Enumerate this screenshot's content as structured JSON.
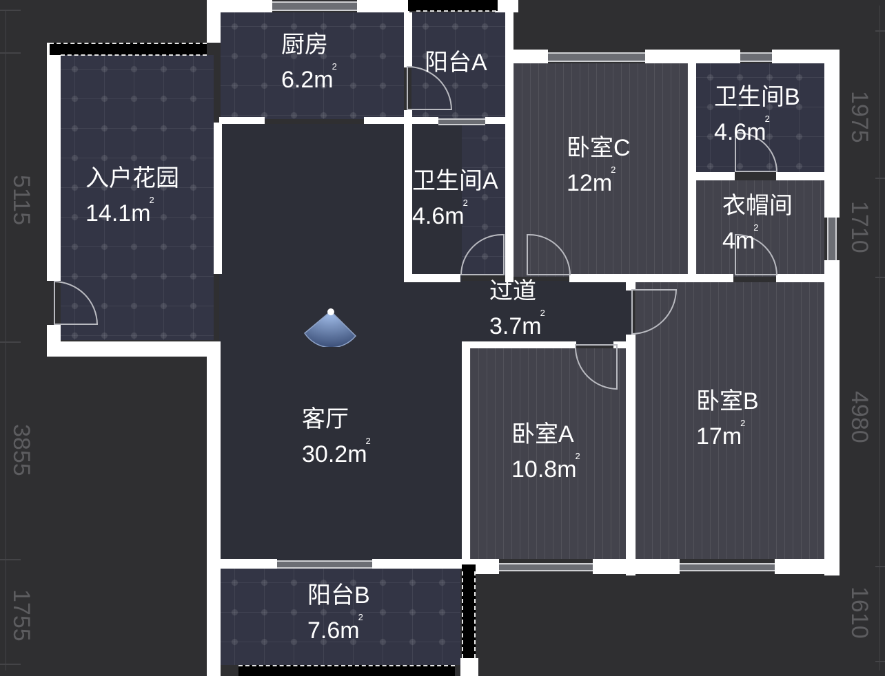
{
  "plan": {
    "background_color": "#2f2f31",
    "wall_color": "#ffffff",
    "area_unit": "m",
    "area_superscript": "2"
  },
  "rooms": [
    {
      "id": "garden",
      "name": "入户花园",
      "area": "14.1"
    },
    {
      "id": "kitchen",
      "name": "厨房",
      "area": "6.2"
    },
    {
      "id": "balcony_a",
      "name": "阳台A",
      "area": ""
    },
    {
      "id": "bath_a",
      "name": "卫生间A",
      "area": "4.6"
    },
    {
      "id": "bed_c",
      "name": "卧室C",
      "area": "12"
    },
    {
      "id": "bath_b",
      "name": "卫生间B",
      "area": "4.6"
    },
    {
      "id": "closet",
      "name": "衣帽间",
      "area": "4"
    },
    {
      "id": "hall",
      "name": "过道",
      "area": "3.7"
    },
    {
      "id": "living",
      "name": "客厅",
      "area": "30.2"
    },
    {
      "id": "bed_a",
      "name": "卧室A",
      "area": "10.8"
    },
    {
      "id": "bed_b",
      "name": "卧室B",
      "area": "17"
    },
    {
      "id": "balcony_b",
      "name": "阳台B",
      "area": "7.6"
    }
  ],
  "dimensions": {
    "left": [
      "5115",
      "3855",
      "1755"
    ],
    "right": [
      "1975",
      "1710",
      "4980",
      "1610"
    ]
  },
  "camera": {
    "label": "viewpoint",
    "color": "#6f8fcf"
  }
}
